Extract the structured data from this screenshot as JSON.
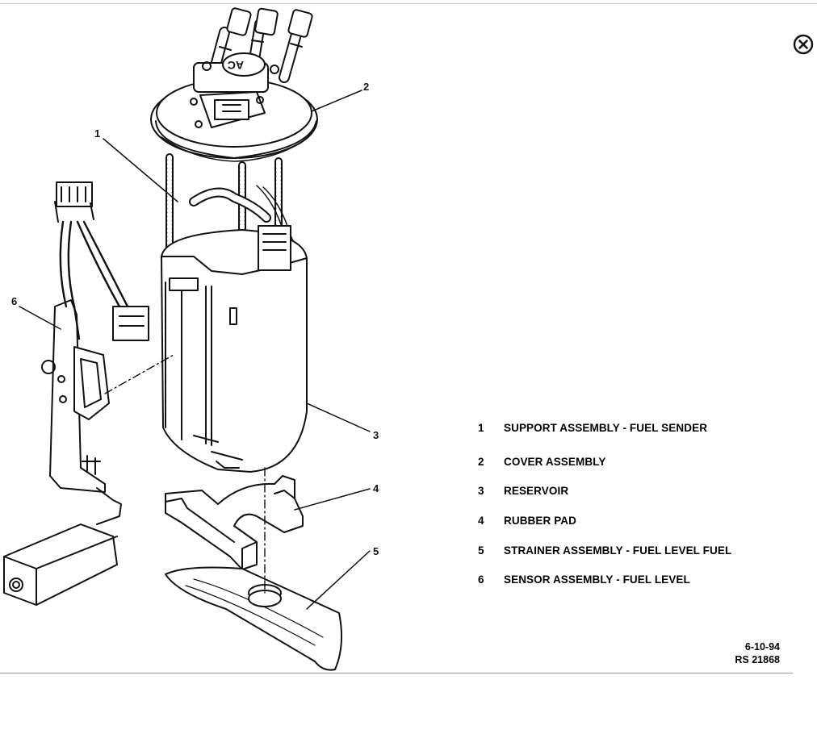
{
  "close_icon": "close-circle-icon",
  "callouts": [
    "1",
    "2",
    "3",
    "4",
    "5",
    "6"
  ],
  "legend": [
    {
      "number": "1",
      "label": "SUPPORT ASSEMBLY - FUEL SENDER"
    },
    {
      "number": "2",
      "label": "COVER ASSEMBLY"
    },
    {
      "number": "3",
      "label": "RESERVOIR"
    },
    {
      "number": "4",
      "label": "RUBBER PAD"
    },
    {
      "number": "5",
      "label": "STRAINER ASSEMBLY - FUEL LEVEL FUEL"
    },
    {
      "number": "6",
      "label": "SENSOR ASSEMBLY - FUEL LEVEL"
    }
  ],
  "cap_marking": "AC",
  "stamp": {
    "date": "6-10-94",
    "ref": "RS 21868"
  }
}
